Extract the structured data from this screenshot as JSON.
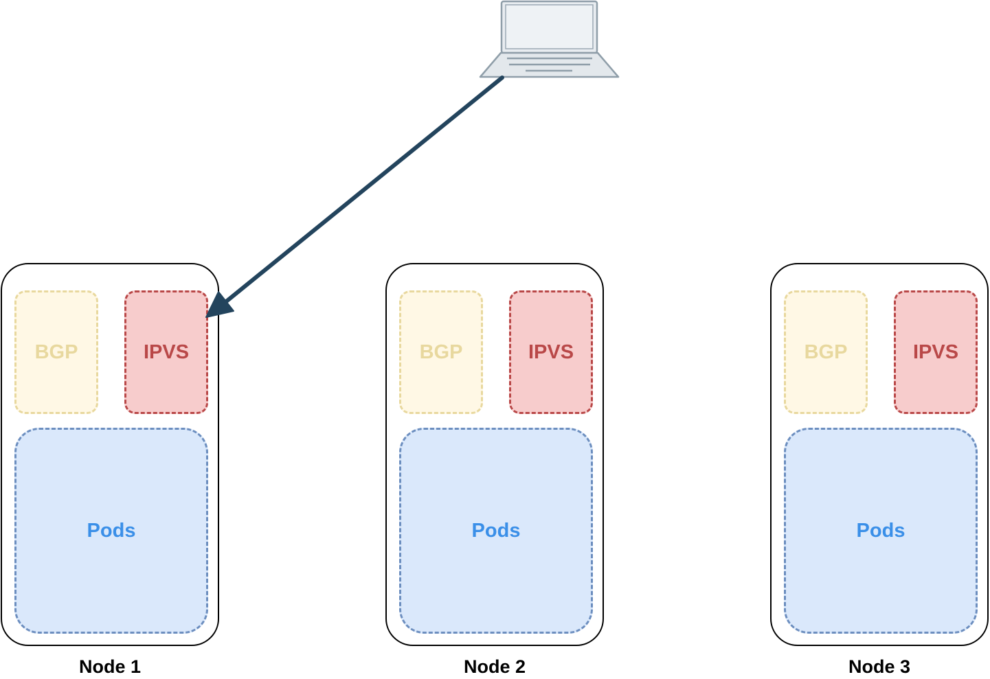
{
  "diagram": {
    "nodes": [
      {
        "label": "Node 1",
        "bgp": "BGP",
        "ipvs": "IPVS",
        "pods": "Pods"
      },
      {
        "label": "Node 2",
        "bgp": "BGP",
        "ipvs": "IPVS",
        "pods": "Pods"
      },
      {
        "label": "Node 3",
        "bgp": "BGP",
        "ipvs": "IPVS",
        "pods": "Pods"
      }
    ],
    "client_icon": "laptop-icon",
    "connection": {
      "from": "laptop",
      "to": "Node 1 IPVS",
      "color": "#23445d"
    },
    "colors": {
      "bgp_fill": "#fff8e5",
      "bgp_stroke": "#e8d89e",
      "ipvs_fill": "#f7cccc",
      "ipvs_stroke": "#b94848",
      "pods_fill": "#dae8fb",
      "pods_stroke": "#6c8ebf",
      "pods_text": "#3a8fe8"
    }
  }
}
